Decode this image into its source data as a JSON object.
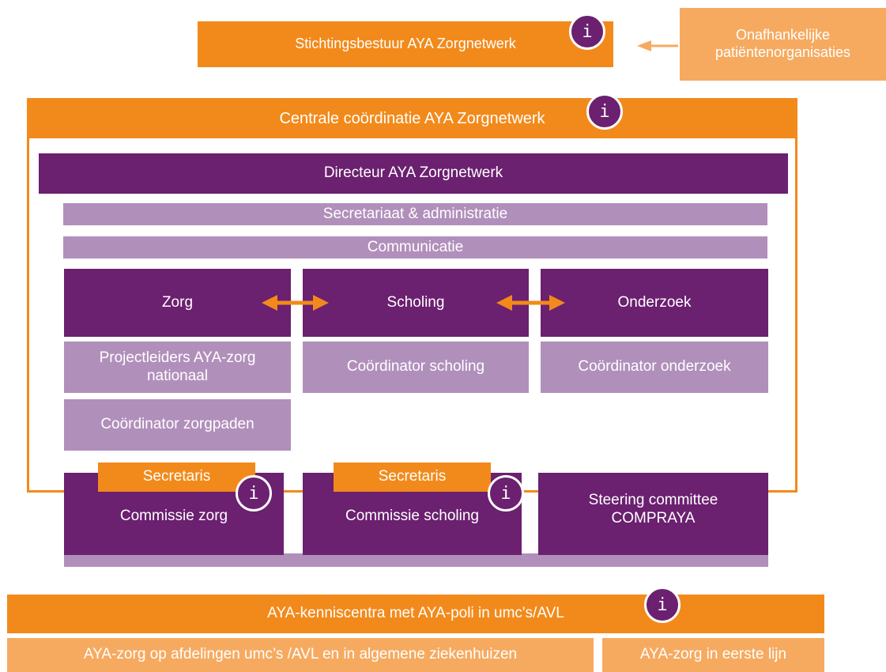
{
  "top": {
    "board": "Stichtingsbestuur AYA Zorgnetwerk",
    "patients": "Onafhankelijke patiëntenorganisaties"
  },
  "central": {
    "title": "Centrale coördinatie AYA Zorgnetwerk",
    "director": "Directeur AYA Zorgnetwerk",
    "secretariat": "Secretariaat & administratie",
    "communication": "Communicatie",
    "columns": {
      "care": "Zorg",
      "education": "Scholing",
      "research": "Onderzoek"
    },
    "roles": {
      "project_leaders": "Projectleiders AYA-zorg nationaal",
      "coord_education": "Coördinator scholing",
      "coord_research": "Coördinator onderzoek",
      "coord_pathways": "Coördinator zorgpaden"
    }
  },
  "committees": {
    "secretary": "Secretaris",
    "care": "Commissie zorg",
    "education": "Commissie scholing",
    "steering": "Steering committee COMPRAYA"
  },
  "bottom": {
    "knowledge_centers": "AYA-kenniscentra met AYA-poli in umc's/AVL",
    "departments": "AYA-zorg op afdelingen umc’s /AVL en in algemene ziekenhuizen",
    "primary_care": "AYA-zorg in eerste lijn"
  },
  "info_icon": {
    "glyph": "i",
    "icon": "info-icon"
  },
  "colors": {
    "orange": "#f28a1b",
    "light_orange": "#f6aa60",
    "purple": "#6b2070",
    "light_purple": "#b18fbb"
  }
}
